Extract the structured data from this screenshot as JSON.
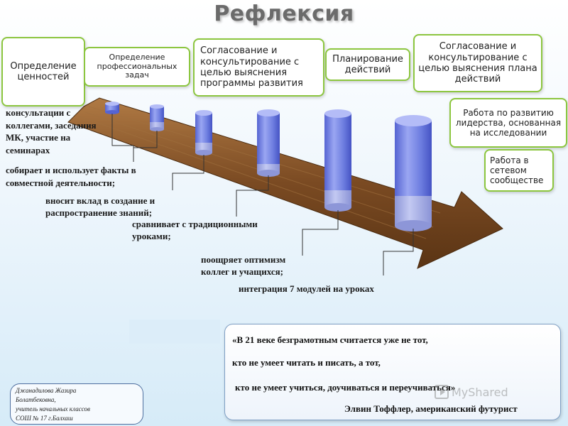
{
  "title": "Рефлексия",
  "boxes": {
    "values": "Определение ценностей",
    "prof_tasks": "Определение профессиональных задач",
    "program": "Согласование и консультирование с целью выяснения программы развития",
    "planning": "Планирование действий",
    "plan": "Согласование и консультирование с целью выяснения плана действий",
    "leadership": "Работа по развитию лидерства, основанная на исследовании",
    "network": "Работа в сетевом сообществе"
  },
  "side_text": {
    "consult": "консультации с коллегами, заседания МК, участие на семинарах",
    "collect": "собирает и использует факты в совместной деятельности;"
  },
  "stages": {
    "contribute": "вносит вклад в создание и распространение знаний;",
    "compare": "сравнивает с традиционными уроками;",
    "optimism": "поощряет оптимизм коллег и учащихся;",
    "integration": "интеграция 7 модулей на уроках"
  },
  "quote": {
    "line1": "«В 21 веке безграмотным считается уже не тот,",
    "line2": "кто не умеет читать и писать, а тот,",
    "line3": "кто не умеет учиться, доучиваться и переучиваться»",
    "author": "Элвин Тоффлер, американский футурист"
  },
  "author_info": {
    "line1": "Джанадилова Жазира",
    "line2": "Болатбековна,",
    "line3": "учитель начальных классов",
    "line4": "СОШ № 17 г.Балхаш"
  },
  "watermark": "MyShared",
  "colors": {
    "box_border": "#8cc63f",
    "arrow": "#8b5a2b",
    "cylinder": "#6f7fe0",
    "title": "#6b6b6b"
  }
}
